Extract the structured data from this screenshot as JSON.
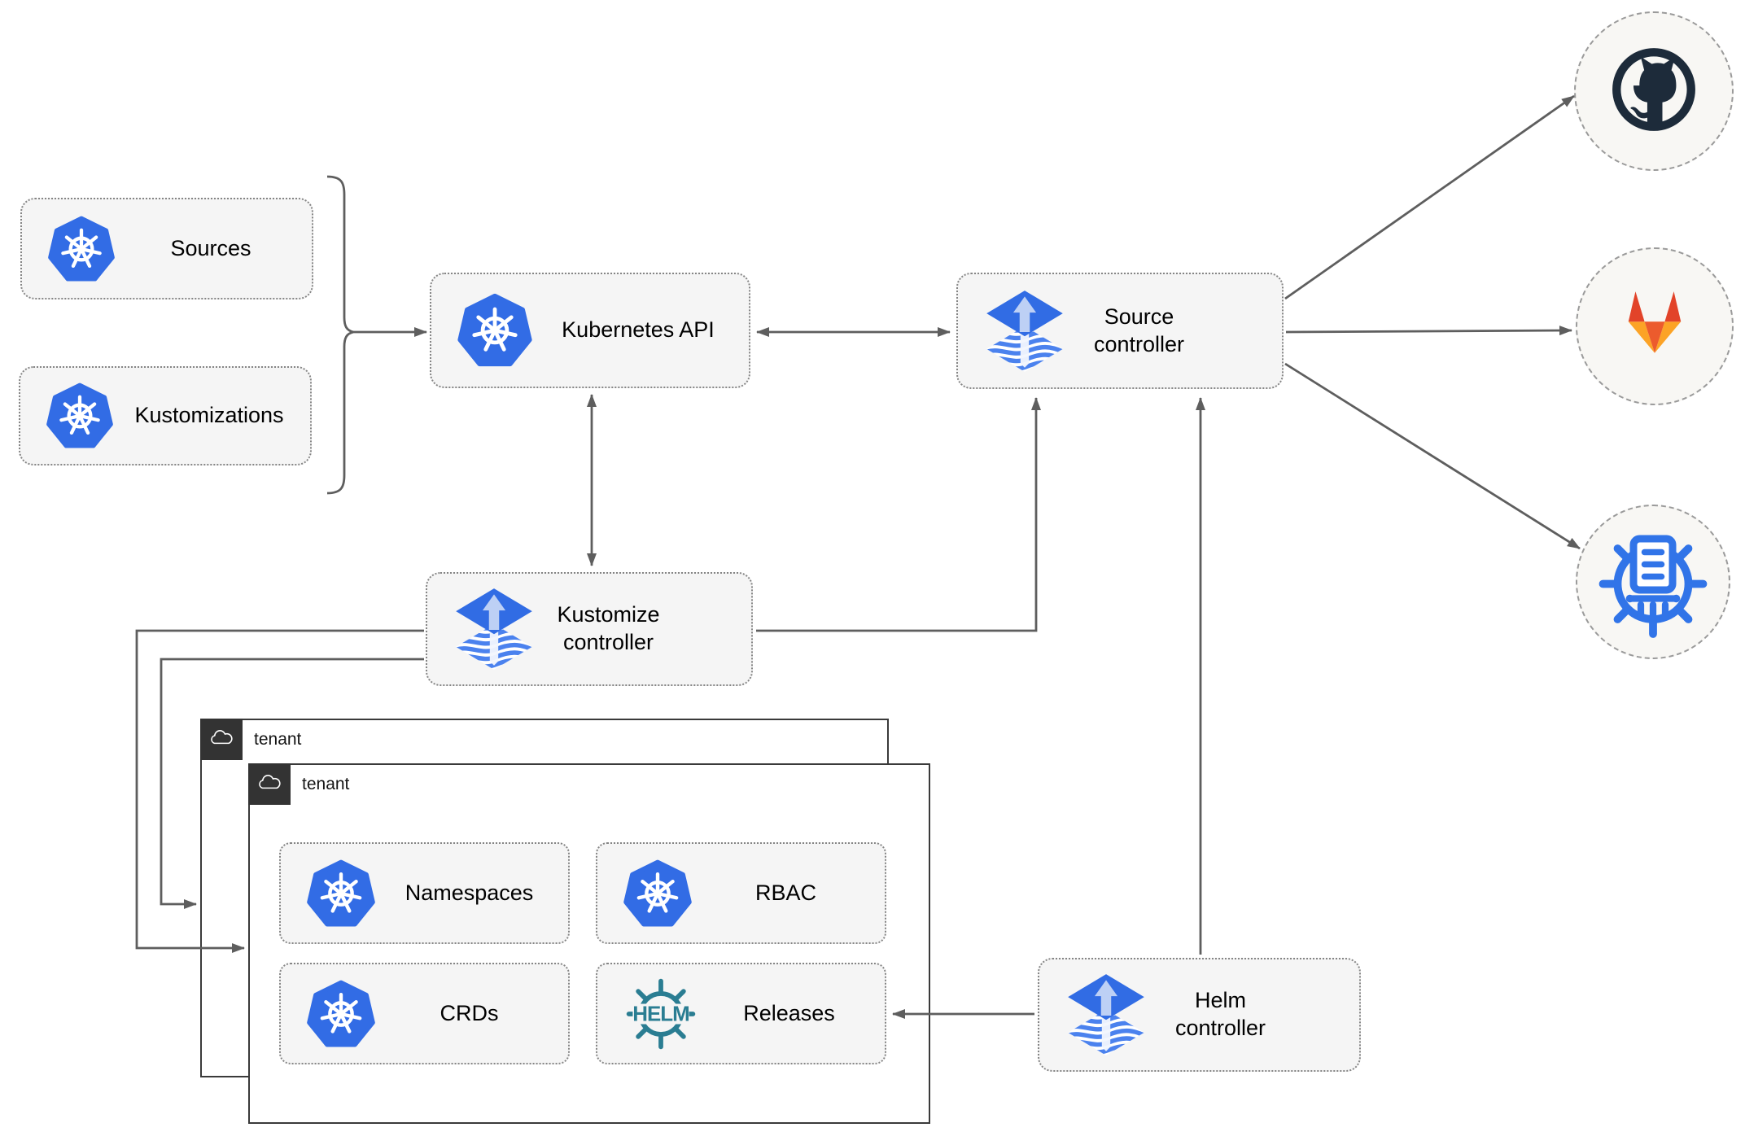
{
  "nodes": {
    "sources": {
      "label": "Sources",
      "icon": "kubernetes-icon"
    },
    "kustomizations": {
      "label": "Kustomizations",
      "icon": "kubernetes-icon"
    },
    "kubernetes_api": {
      "label": "Kubernetes API",
      "icon": "kubernetes-icon"
    },
    "source_controller": {
      "label": "Source controller",
      "icon": "flux-icon"
    },
    "kustomize_controller": {
      "label": "Kustomize controller",
      "icon": "flux-icon"
    },
    "helm_controller": {
      "label": "Helm controller",
      "icon": "flux-icon"
    },
    "tenant_back": {
      "label": "tenant",
      "icon": "cloud-icon"
    },
    "tenant_front": {
      "label": "tenant",
      "icon": "cloud-icon"
    },
    "namespaces": {
      "label": "Namespaces",
      "icon": "kubernetes-icon"
    },
    "rbac": {
      "label": "RBAC",
      "icon": "kubernetes-icon"
    },
    "crds": {
      "label": "CRDs",
      "icon": "kubernetes-icon"
    },
    "releases": {
      "label": "Releases",
      "icon": "helm-icon",
      "icon_text": "HELM"
    }
  },
  "endpoints": {
    "github": {
      "icon": "github-icon"
    },
    "gitlab": {
      "icon": "gitlab-icon"
    },
    "helm_repository": {
      "icon": "helm-repository-icon"
    }
  },
  "colors": {
    "kubernetes_blue": "#326ce5",
    "flux_blue": "#316ce4",
    "flux_light": "#bdd0f5",
    "helm_teal": "#2a7d92",
    "github_dark": "#1d2b3a",
    "gitlab_dark_orange": "#e24329",
    "gitlab_light_orange": "#fca326",
    "repo_icon_blue": "#3174e8",
    "connector_gray": "#5e5e5e",
    "node_fill": "#f5f5f5",
    "tenant_dark": "#333333"
  }
}
